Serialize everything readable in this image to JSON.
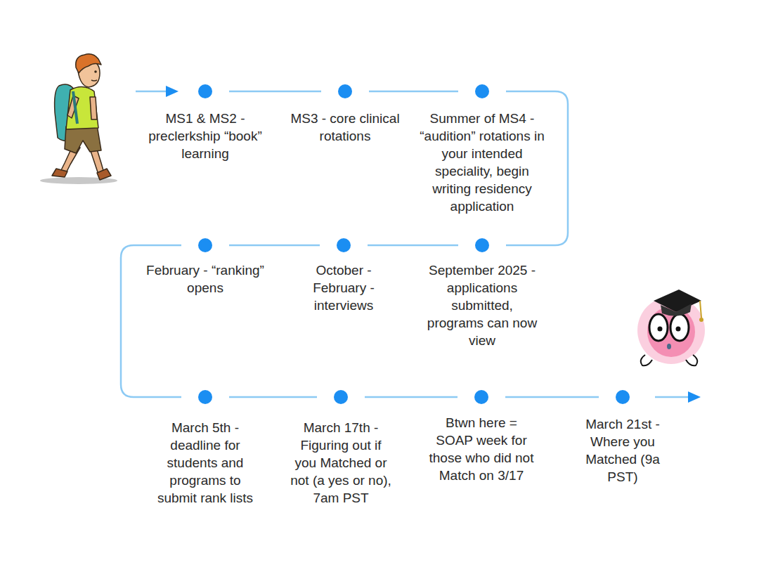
{
  "diagram": {
    "nodes": [
      {
        "text": [
          "MS1 & MS2 - preclerkship “book” learning"
        ]
      },
      {
        "text": [
          "MS3 - core clinical rotations"
        ]
      },
      {
        "text": [
          "Summer of MS4 - “audition” rotations in your intended speciality, begin writing residency application"
        ]
      },
      {
        "text": [
          "September 2025 - applications submitted, programs can now view"
        ]
      },
      {
        "text": [
          "October - February - interviews"
        ]
      },
      {
        "text": [
          "February - “ranking” opens"
        ]
      },
      {
        "text": [
          "March 5th - deadline for students and programs to submit rank lists"
        ]
      },
      {
        "text": [
          "March 17th - Figuring out if you Matched or not (a yes or no), 7am PST"
        ]
      },
      {
        "text": [
          "Btwn here = SOAP week for those who did not Match on 3/17"
        ]
      },
      {
        "text": [
          "March 21st - Where you Matched (9a PST)"
        ]
      }
    ],
    "edges": [
      {
        "from": 0,
        "to": 1,
        "arrow": "none"
      },
      {
        "from": 1,
        "to": 2,
        "arrow": "none"
      },
      {
        "from": 2,
        "to": 3,
        "arrow": "none"
      },
      {
        "from": 3,
        "to": 4,
        "arrow": "none"
      },
      {
        "from": 4,
        "to": 5,
        "arrow": "none"
      },
      {
        "from": 5,
        "to": 6,
        "arrow": "none"
      },
      {
        "from": 6,
        "to": 7,
        "arrow": "none"
      },
      {
        "from": 7,
        "to": 8,
        "arrow": "none"
      },
      {
        "from": 8,
        "to": 9,
        "arrow": "none"
      }
    ]
  }
}
